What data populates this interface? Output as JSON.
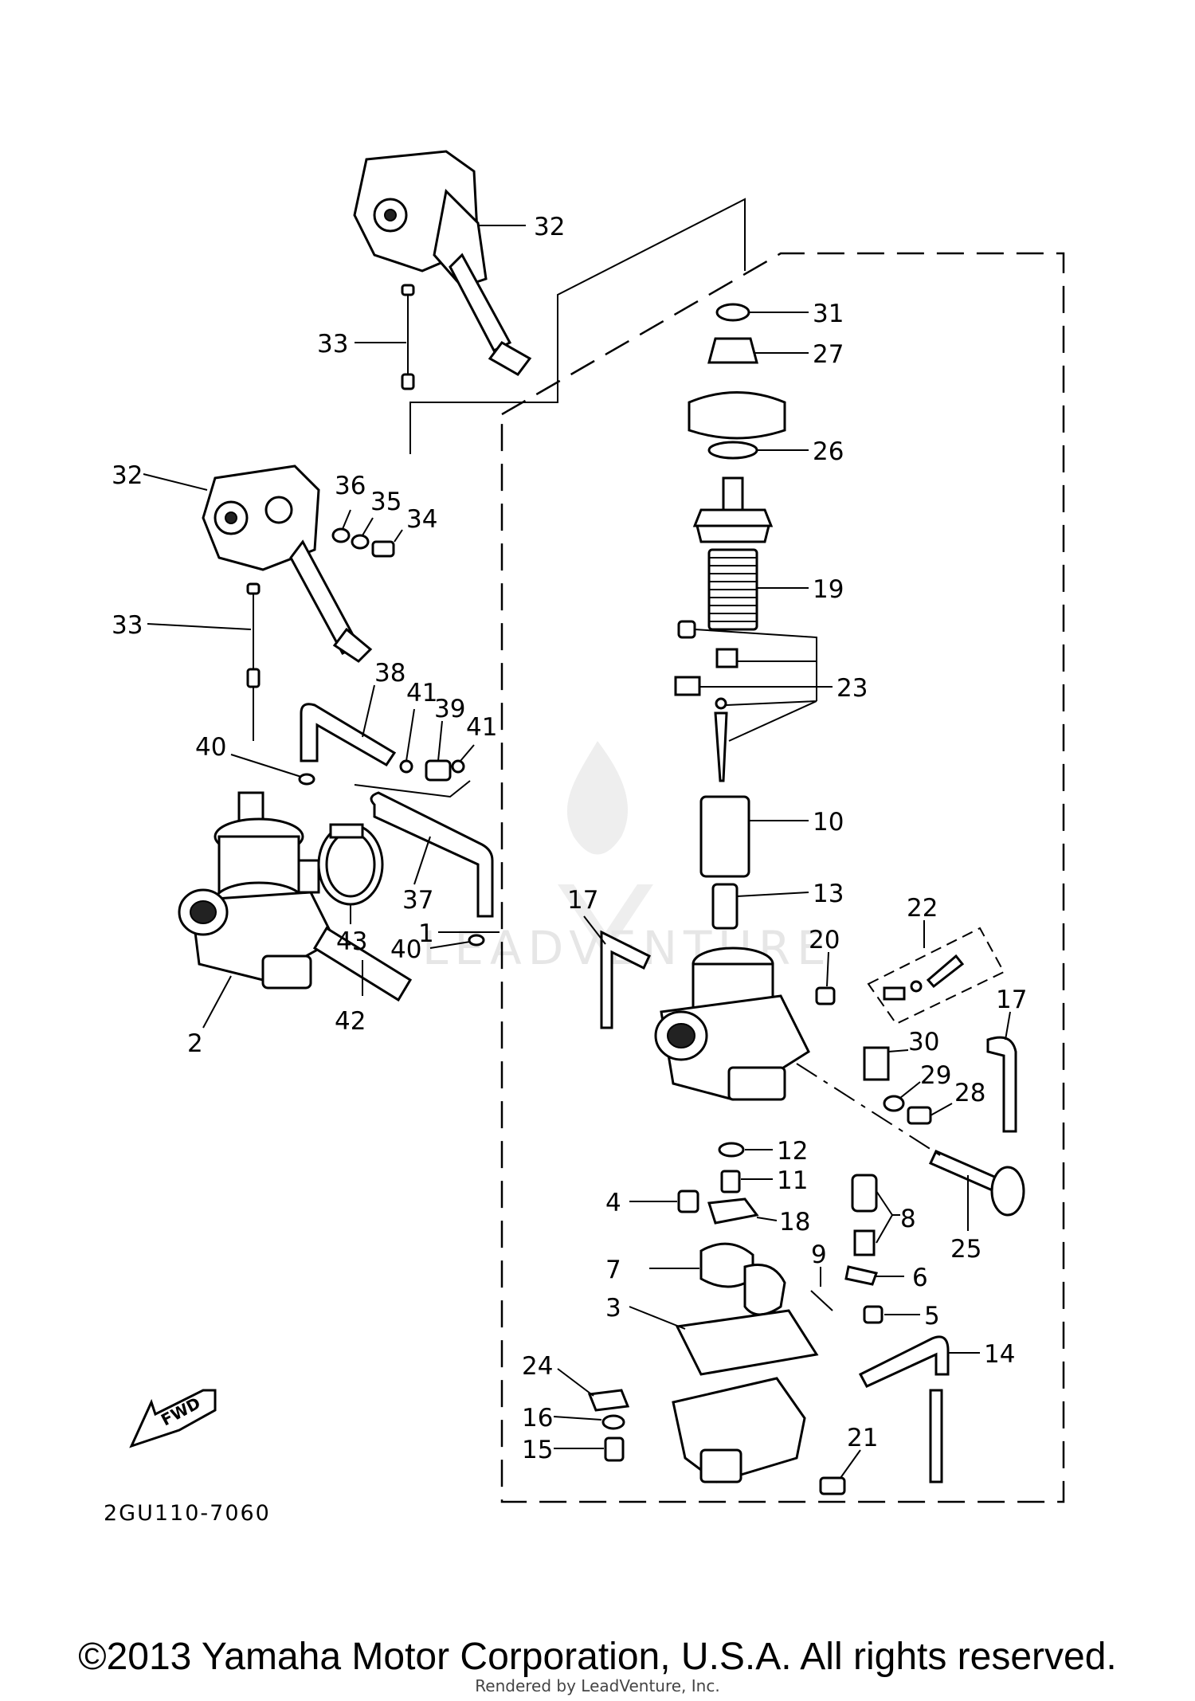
{
  "diagram": {
    "part_code": "2GU110-7060",
    "fwd_label": "FWD",
    "watermark": "LEADVENTURE",
    "callouts": [
      "1",
      "2",
      "3",
      "4",
      "5",
      "6",
      "7",
      "8",
      "9",
      "10",
      "11",
      "12",
      "13",
      "14",
      "15",
      "16",
      "17",
      "17",
      "18",
      "19",
      "20",
      "21",
      "22",
      "23",
      "24",
      "25",
      "26",
      "27",
      "28",
      "29",
      "30",
      "31",
      "32",
      "32",
      "33",
      "33",
      "34",
      "35",
      "36",
      "37",
      "38",
      "39",
      "40",
      "40",
      "41",
      "41",
      "42",
      "43"
    ]
  },
  "footer": {
    "copyright": "©2013 Yamaha Motor Corporation, U.S.A. All rights reserved.",
    "rendered_by": "Rendered by LeadVenture, Inc."
  }
}
